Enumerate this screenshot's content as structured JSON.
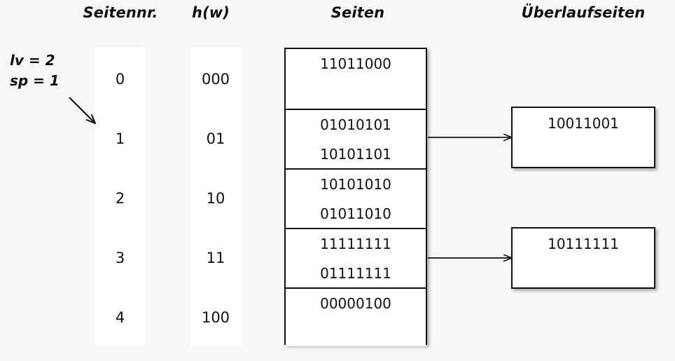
{
  "headers": {
    "seitennr": "Seitennr.",
    "hw": "h(w)",
    "seiten": "Seiten",
    "ueberlaufseiten": "Überlaufseiten"
  },
  "params": {
    "lv": "lv = 2",
    "sp": "sp = 1"
  },
  "rows": [
    {
      "seitennr": "0",
      "hw": "000",
      "entries": [
        "11011000"
      ]
    },
    {
      "seitennr": "1",
      "hw": "01",
      "entries": [
        "01010101",
        "10101101"
      ]
    },
    {
      "seitennr": "2",
      "hw": "10",
      "entries": [
        "10101010",
        "01011010"
      ]
    },
    {
      "seitennr": "3",
      "hw": "11",
      "entries": [
        "11111111",
        "01111111"
      ]
    },
    {
      "seitennr": "4",
      "hw": "100",
      "entries": [
        "00000100"
      ]
    }
  ],
  "overflow": [
    {
      "entries": [
        "10011001"
      ]
    },
    {
      "entries": [
        "10111111"
      ]
    }
  ],
  "colors": {
    "background": "#f7f7f7",
    "column_fill": "#ffffff",
    "stroke": "#111111",
    "text": "#121212"
  },
  "icons": {
    "sp_pointer": "diagonal-arrow-down-right-icon",
    "overflow_link_0": "arrow-right-icon",
    "overflow_link_1": "arrow-right-icon"
  }
}
